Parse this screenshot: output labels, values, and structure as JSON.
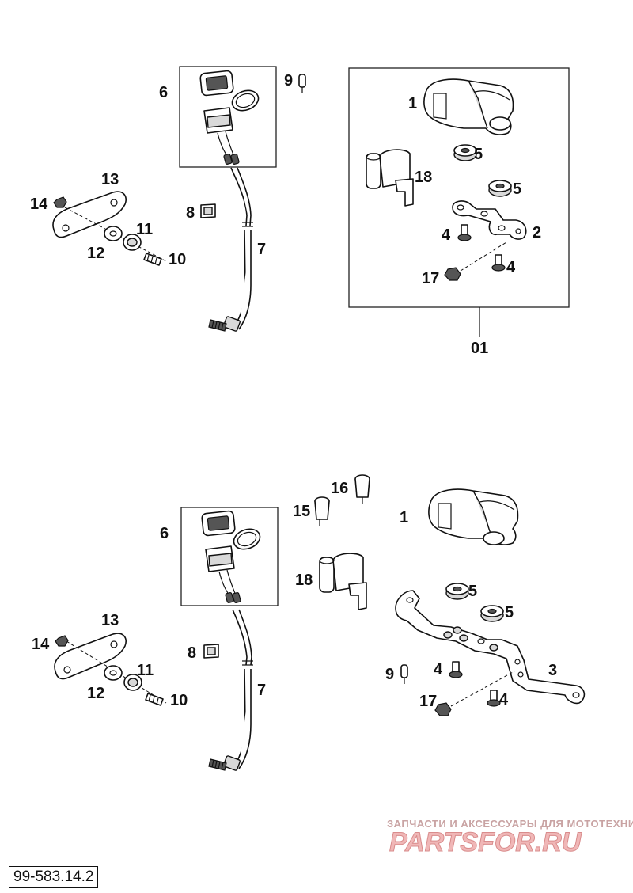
{
  "upper": {
    "labels": {
      "p1": "1",
      "p2": "2",
      "p4a": "4",
      "p4b": "4",
      "p5a": "5",
      "p5b": "5",
      "p6": "6",
      "p7": "7",
      "p8": "8",
      "p9": "9",
      "p10": "10",
      "p11": "11",
      "p12": "12",
      "p13": "13",
      "p14": "14",
      "p17": "17",
      "p18": "18"
    },
    "assembly": "01"
  },
  "lower": {
    "labels": {
      "p1": "1",
      "p3": "3",
      "p4a": "4",
      "p4b": "4",
      "p5a": "5",
      "p5b": "5",
      "p6": "6",
      "p7": "7",
      "p8": "8",
      "p9": "9",
      "p10": "10",
      "p11": "11",
      "p12": "12",
      "p13": "13",
      "p14": "14",
      "p15": "15",
      "p16": "16",
      "p17": "17",
      "p18": "18"
    }
  },
  "watermark": {
    "tagline": "ЗАПЧАСТИ И АКСЕССУАРЫ ДЛЯ МОТОТЕХНИКИ",
    "brand": "PARTSFOR.RU"
  },
  "document_code": "99-583.14.2"
}
